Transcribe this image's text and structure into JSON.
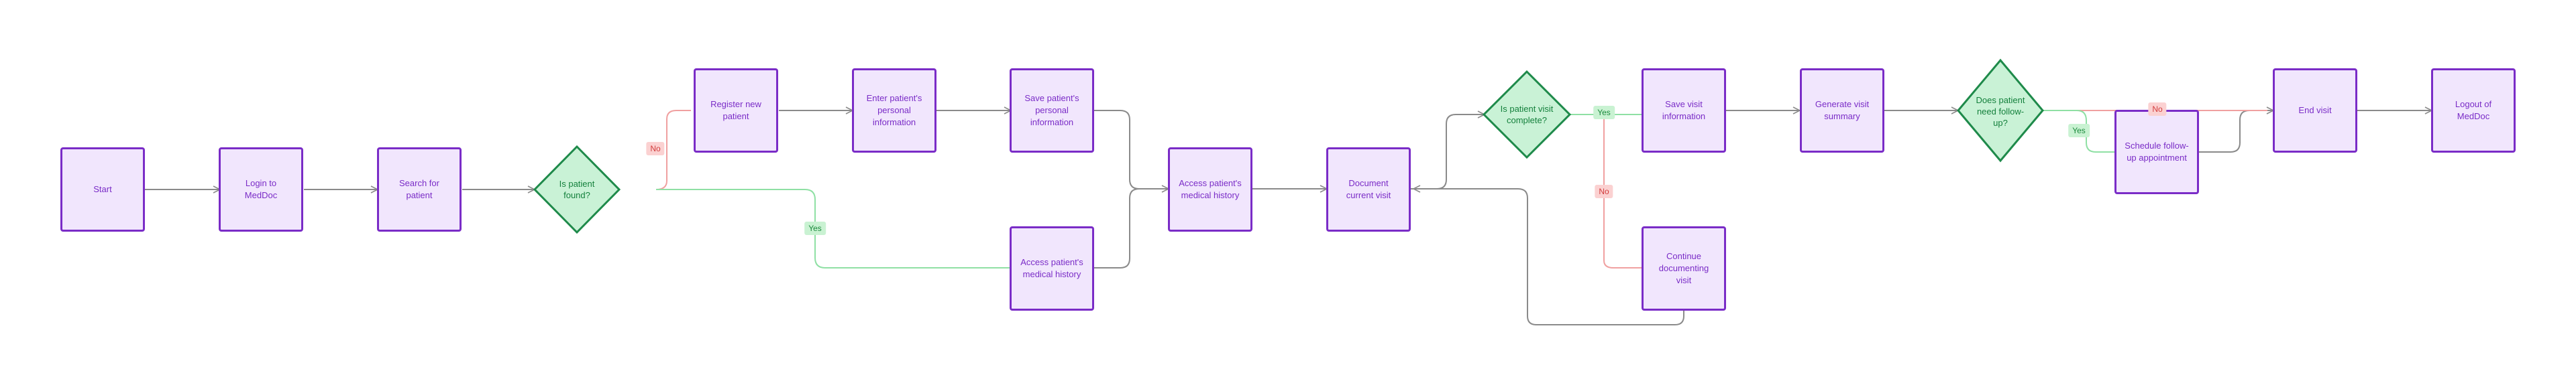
{
  "diagram": {
    "nodes": {
      "start": "Start",
      "login": "Login to MedDoc",
      "search": "Search for patient",
      "register": "Register new patient",
      "enter_info": "Enter patient's personal information",
      "save_personal": "Save patient's personal information",
      "access_history_lower": "Access patient's medical history",
      "access_history": "Access patient's medical history",
      "document_visit": "Document current visit",
      "save_visit": "Save visit information",
      "generate_summary": "Generate visit summary",
      "continue_doc": "Continue documenting visit",
      "schedule_followup": "Schedule follow-up appointment",
      "end_visit": "End visit",
      "logout": "Logout of MedDoc"
    },
    "decisions": {
      "patient_found": "Is patient found?",
      "visit_complete": "Is patient visit complete?",
      "need_followup": "Does patient need follow-up?"
    },
    "edge_labels": {
      "found_no": "No",
      "found_yes": "Yes",
      "complete_yes": "Yes",
      "complete_no": "No",
      "followup_yes": "Yes",
      "followup_no": "No"
    },
    "colors": {
      "node_fill": "#f1e6fd",
      "node_border": "#7a2cc7",
      "decision_fill": "#c9f2d6",
      "decision_border": "#1e8a4a",
      "edge_default": "#8a8a8a",
      "edge_yes": "#8fe0a4",
      "edge_no": "#f0a0a0"
    }
  }
}
